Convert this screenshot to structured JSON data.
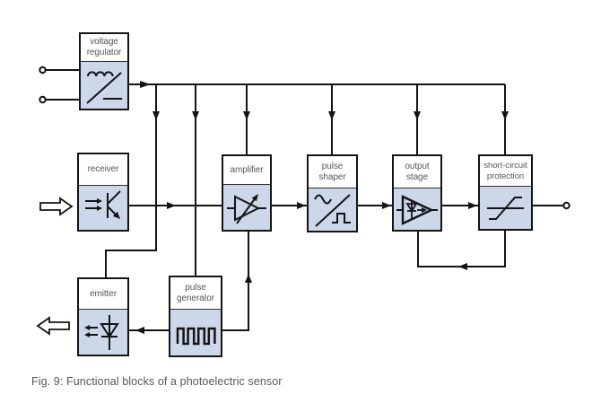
{
  "figure": {
    "caption": "Fig. 9: Functional blocks of a photoelectric sensor"
  },
  "colors": {
    "background": "#ffffff",
    "block_fill": "#ccd7e9",
    "line": "#141414",
    "label_text": "#57575a"
  },
  "blocks": {
    "voltage_regulator": {
      "label": "voltage\nregulator",
      "symbol": "ac-to-dc-regulator-symbol"
    },
    "receiver": {
      "label": "receiver",
      "symbol": "phototransistor-symbol"
    },
    "amplifier": {
      "label": "amplifier",
      "symbol": "variable-gain-amplifier-symbol"
    },
    "pulse_shaper": {
      "label": "pulse\nshaper",
      "symbol": "sine-to-square-converter-symbol"
    },
    "output_stage": {
      "label": "output\nstage",
      "symbol": "output-driver-symbol"
    },
    "short_circuit_protection": {
      "label": "short-circuit\nprotection",
      "symbol": "limiter-characteristic-symbol"
    },
    "emitter": {
      "label": "emitter",
      "symbol": "led-symbol"
    },
    "pulse_generator": {
      "label": "pulse\ngenerator",
      "symbol": "square-wave-symbol"
    }
  },
  "terminals": {
    "supply_inputs": 2,
    "signal_output": 1
  },
  "flow": {
    "light_in_arrow": "open arrow pointing right into receiver",
    "light_out_arrow": "open arrow pointing left out of emitter",
    "power_rail": "voltage regulator feeds emitter, pulse generator, amplifier, pulse shaper, output stage, short-circuit protection",
    "signal_chain": "receiver > amplifier > pulse shaper > output stage > short-circuit protection > output",
    "feedback": "short-circuit protection > output stage",
    "modulation": "pulse generator > emitter, pulse generator > amplifier"
  }
}
